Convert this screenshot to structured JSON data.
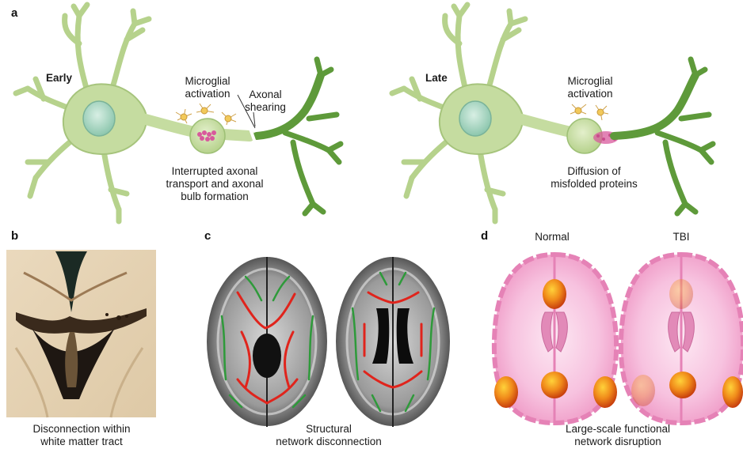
{
  "panel_a": {
    "letter": "a",
    "early": {
      "stage": "Early",
      "microglial": [
        "Microglial",
        "activation"
      ],
      "axonal_shearing": [
        "Axonal",
        "shearing"
      ],
      "bulb": [
        "Interrupted axonal",
        "transport and axonal",
        "bulb formation"
      ]
    },
    "late": {
      "stage": "Late",
      "microglial": [
        "Microglial",
        "activation"
      ],
      "diffusion": [
        "Diffusion of",
        "misfolded proteins"
      ]
    }
  },
  "panel_b": {
    "letter": "b",
    "caption": [
      "Disconnection within",
      "white matter tract"
    ]
  },
  "panel_c": {
    "letter": "c",
    "caption": [
      "Structural",
      "network disconnection"
    ]
  },
  "panel_d": {
    "letter": "d",
    "normal": "Normal",
    "tbi": "TBI",
    "caption": [
      "Large-scale functional",
      "network disruption"
    ]
  },
  "colors": {
    "neuron_body": "#c5dca0",
    "neuron_outline": "#8fb36a",
    "nucleus": "#a8d5c0",
    "axon_dark": "#5e9a3a",
    "microglia": "#f2c95a",
    "protein": "#d85a9c",
    "brain_pink": "#f2a8cf",
    "hub_orange": "#e8641a",
    "tract_red": "#e0241c",
    "tract_green": "#2e9a3a"
  }
}
